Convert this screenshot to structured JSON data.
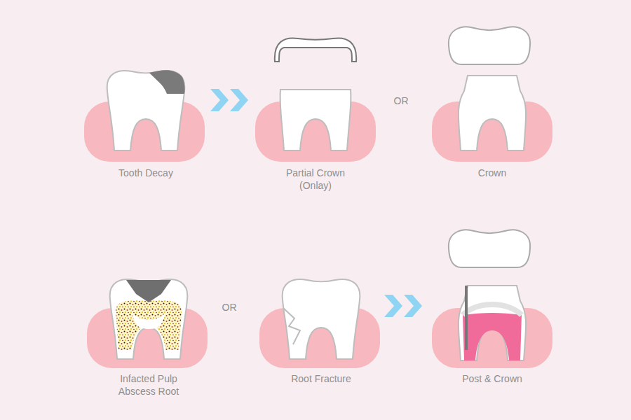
{
  "diagram": {
    "labels": [
      "Tooth Decay",
      "Partial Crown (Onlay)",
      "OR",
      "Crown",
      "Infacted Pulp Abscess Root",
      "OR",
      "Root Fracture",
      "Post & Crown"
    ]
  }
}
